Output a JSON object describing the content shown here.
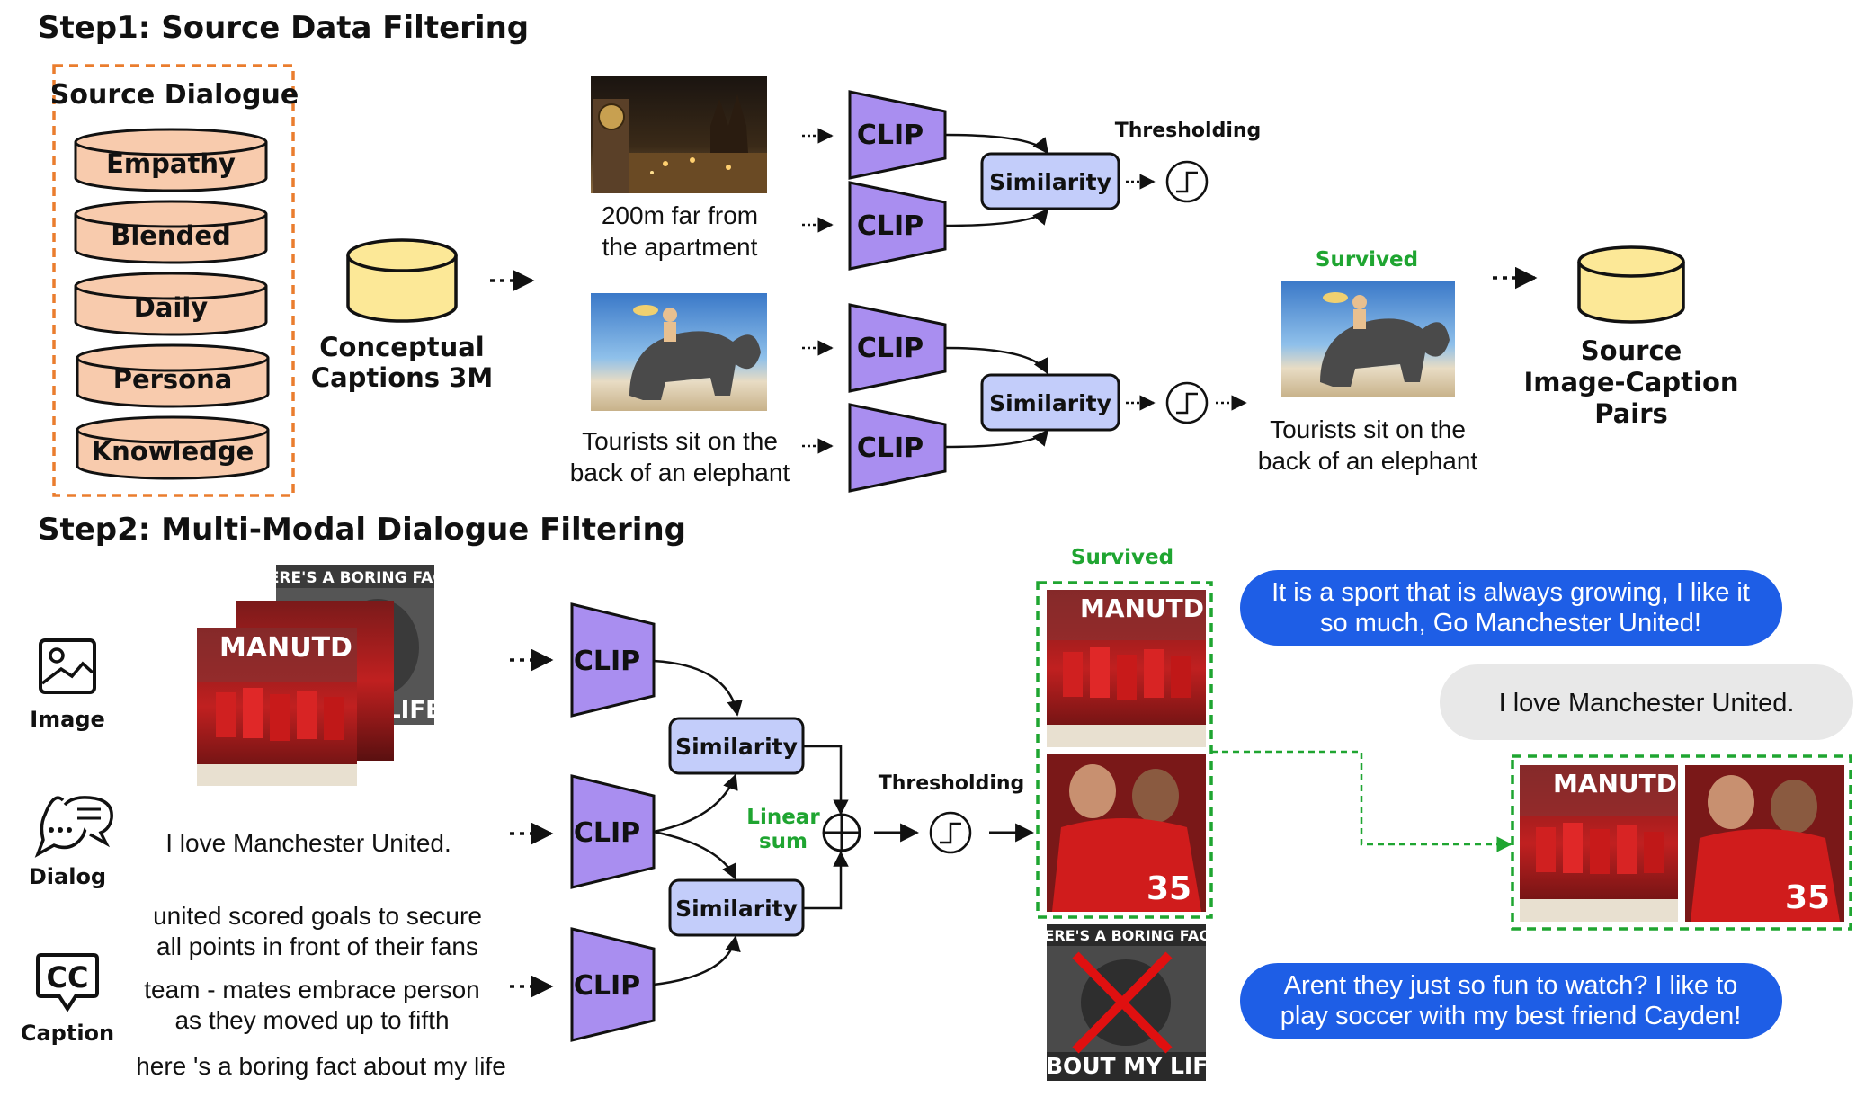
{
  "step1": {
    "title": "Step1: Source Data Filtering",
    "source_dialogue_label": "Source Dialogue",
    "datasets": [
      "Empathy",
      "Blended",
      "Daily",
      "Persona",
      "Knowledge"
    ],
    "cc3m_label_line1": "Conceptual",
    "cc3m_label_line2": "Captions 3M",
    "caption1_line1": "200m far from",
    "caption1_line2": "the apartment",
    "caption2_line1": "Tourists sit on the",
    "caption2_line2": "back of an elephant",
    "clip_label": "CLIP",
    "similarity_label": "Similarity",
    "thresholding_label": "Thresholding",
    "survived_label": "Survived",
    "survived_caption_line1": "Tourists sit on the",
    "survived_caption_line2": "back of an elephant",
    "output_line1": "Source",
    "output_line2": "Image-Caption",
    "output_line3": "Pairs"
  },
  "step2": {
    "title": "Step2: Multi-Modal Dialogue Filtering",
    "modality_image": "Image",
    "modality_dialog": "Dialog",
    "modality_caption": "Caption",
    "meme_top_text": "HERE'S A BORING FACT",
    "meme_bottom_text": "LIFE",
    "meme_bottom_full": "ABOUT MY LIFE",
    "jersey_text": "MANUTD",
    "dialog_text": "I love Manchester United.",
    "caption_a_line1": "united scored goals to secure",
    "caption_a_line2": "all points in front of their fans",
    "caption_b_line1": "team - mates embrace person",
    "caption_b_line2": "as they moved up to fifth",
    "caption_c": "here 's a boring fact about my life",
    "clip_label": "CLIP",
    "similarity_label": "Similarity",
    "linear_sum_line1": "Linear",
    "linear_sum_line2": "sum",
    "thresholding_label": "Thresholding",
    "survived_label": "Survived",
    "bubble1_line1": "It is a sport that is always growing, I like it",
    "bubble1_line2": "so much, Go Manchester United!",
    "bubble2": "I love Manchester United.",
    "bubble3_line1": "Arent they just so fun to watch? I like to",
    "bubble3_line2": "play soccer with my best friend Cayden!"
  },
  "colors": {
    "clip_fill": "#a98ef0",
    "similarity_fill": "#c3cdfa",
    "dataset_fill": "#f8cbad",
    "cc3m_fill": "#fce897",
    "dialogue_border": "#ea7d2e",
    "survived_green": "#1fa531",
    "bubble_blue": "#1e5ee6",
    "bubble_gray": "#e8e8e8"
  }
}
